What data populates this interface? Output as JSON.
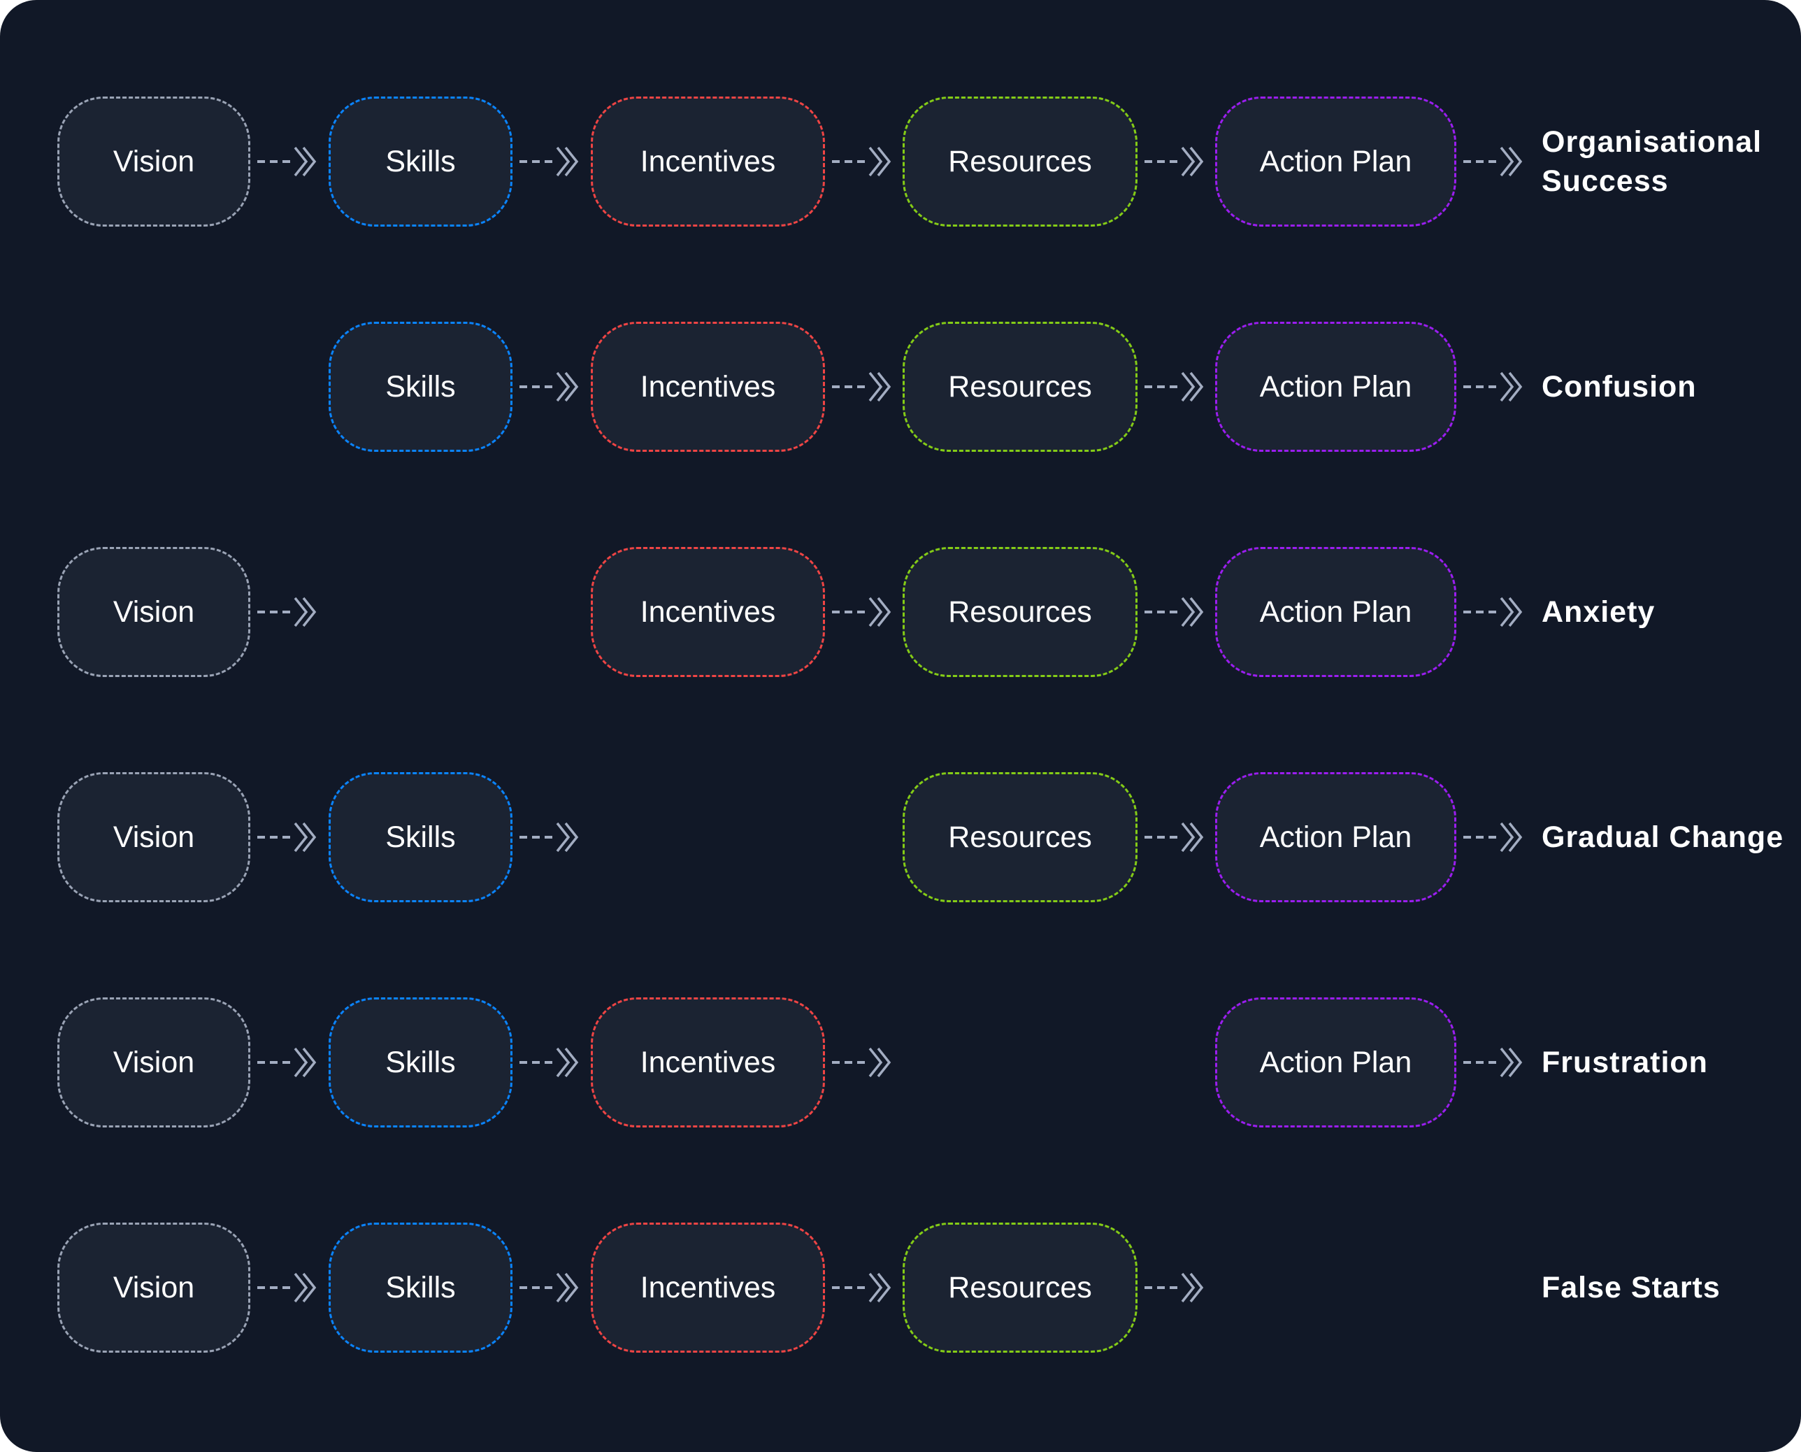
{
  "colors": {
    "background": "#111827",
    "box_fill": "#1b2332",
    "arrow": "#a3adc2"
  },
  "stages": [
    {
      "key": "vision",
      "label": "Vision",
      "color": "#9aa3b5"
    },
    {
      "key": "skills",
      "label": "Skills",
      "color": "#0a84ff"
    },
    {
      "key": "incentives",
      "label": "Incentives",
      "color": "#ef4444"
    },
    {
      "key": "resources",
      "label": "Resources",
      "color": "#84cc16"
    },
    {
      "key": "action_plan",
      "label": "Action Plan",
      "color": "#9b1df0"
    }
  ],
  "rows": [
    {
      "present": [
        true,
        true,
        true,
        true,
        true
      ],
      "outcome": "Organisational Success"
    },
    {
      "present": [
        false,
        true,
        true,
        true,
        true
      ],
      "outcome": "Confusion"
    },
    {
      "present": [
        true,
        false,
        true,
        true,
        true
      ],
      "outcome": "Anxiety"
    },
    {
      "present": [
        true,
        true,
        false,
        true,
        true
      ],
      "outcome": "Gradual Change"
    },
    {
      "present": [
        true,
        true,
        true,
        false,
        true
      ],
      "outcome": "Frustration"
    },
    {
      "present": [
        true,
        true,
        true,
        true,
        false
      ],
      "outcome": "False Starts"
    }
  ]
}
